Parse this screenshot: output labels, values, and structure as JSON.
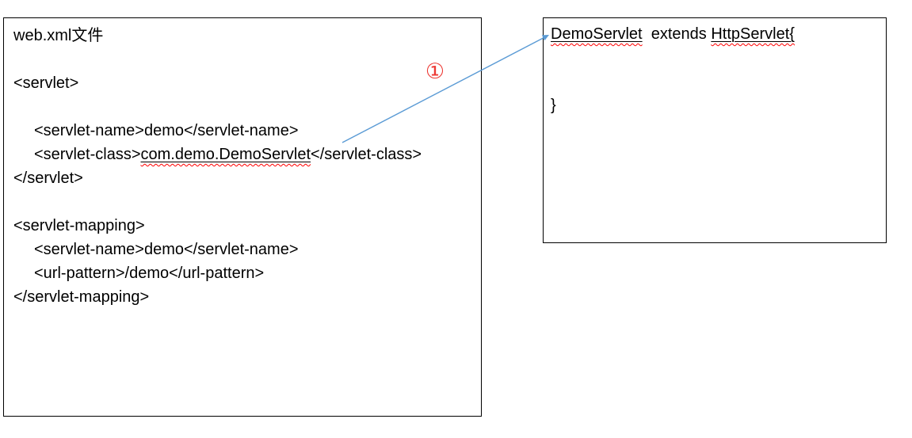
{
  "diagram": {
    "left_box": {
      "title": "web.xml文件",
      "servlet_open": "<servlet>",
      "servlet_name": "<servlet-name>demo</servlet-name>",
      "servlet_class_prefix": "<servlet-class>",
      "servlet_class_value": "com.demo.DemoServlet",
      "servlet_class_suffix": "</servlet-class>",
      "servlet_close": "</servlet>",
      "mapping_open": "<servlet-mapping>",
      "mapping_servlet_name": "<servlet-name>demo</servlet-name>",
      "url_pattern": "<url-pattern>/demo</url-pattern>",
      "mapping_close": "</servlet-mapping>"
    },
    "right_box": {
      "class_name": "DemoServlet",
      "extends_text": "  extends ",
      "superclass": "HttpServlet{",
      "closing_brace": "}"
    },
    "annotation": {
      "label": "①",
      "color": "#ED3833"
    },
    "arrow": {
      "color": "#5B9BD5"
    },
    "colors": {
      "border": "#000000",
      "text": "#000000",
      "spellcheck_underline": "#FF0000"
    }
  }
}
